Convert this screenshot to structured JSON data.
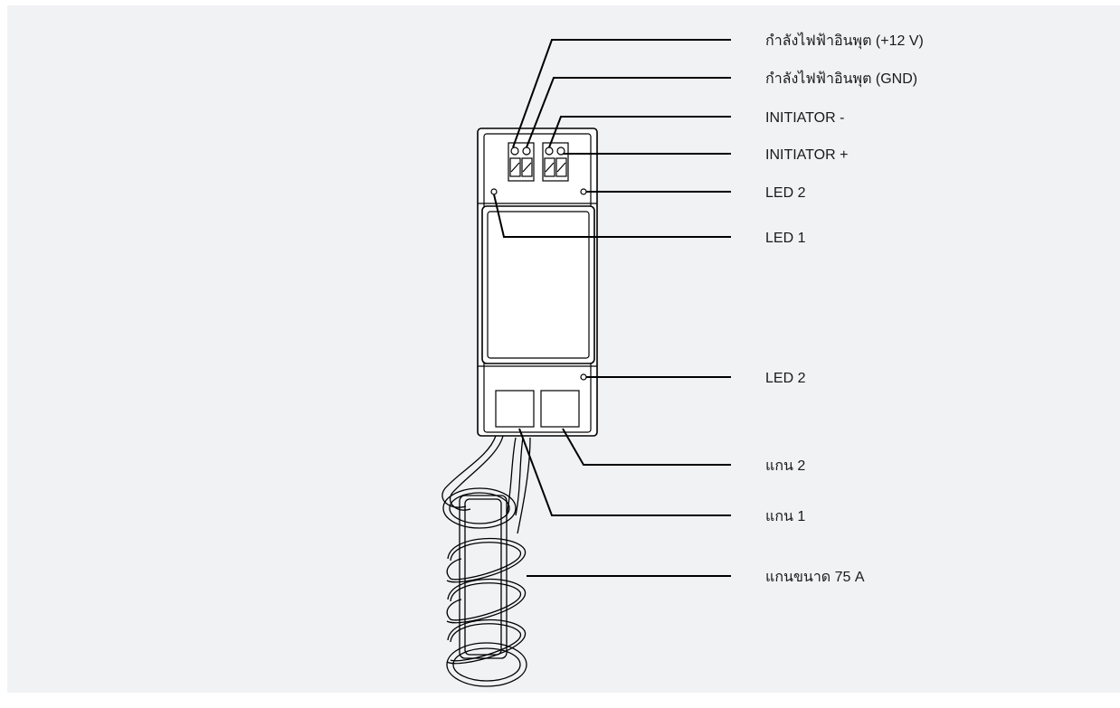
{
  "labels": {
    "power_12v": "กำลังไฟฟ้าอินพุต (+12 V)",
    "power_gnd": "กำลังไฟฟ้าอินพุต (GND)",
    "initiator_minus": "INITIATOR -",
    "initiator_plus": "INITIATOR +",
    "led2_top": "LED 2",
    "led1": "LED 1",
    "led2_bottom": "LED 2",
    "core2": "แกน 2",
    "core1": "แกน 1",
    "core_75a": "แกนขนาด 75 A"
  }
}
